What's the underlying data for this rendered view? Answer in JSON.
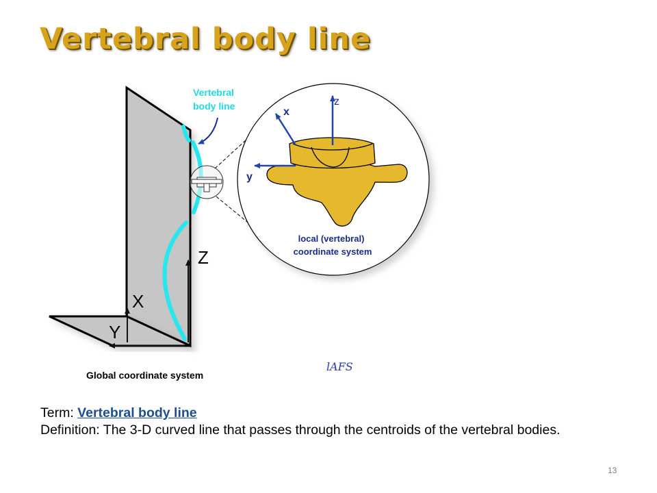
{
  "slide": {
    "title": "Vertebral body line",
    "page_number": "13"
  },
  "figure": {
    "callout": [
      "Vertebral",
      "body line"
    ],
    "local_axes": {
      "x": "x",
      "y": "y",
      "z": "z"
    },
    "local_caption": [
      "local (vertebral)",
      "coordinate system"
    ],
    "global_axes": {
      "z": "Z",
      "x": "X",
      "y": "Y"
    },
    "global_caption": "Global coordinate system",
    "signature": "lAFS",
    "colors": {
      "spine": "#27e6ee",
      "vertebra": "#e6b82e",
      "plane": "#c6c6c6",
      "callout": "#22d8e3",
      "axis_blue": "#2244aa"
    }
  },
  "term": {
    "prefix": "Term: ",
    "name": "Vertebral body line",
    "definition": "Definition: The 3-D curved line that passes through the centroids of the vertebral bodies."
  }
}
